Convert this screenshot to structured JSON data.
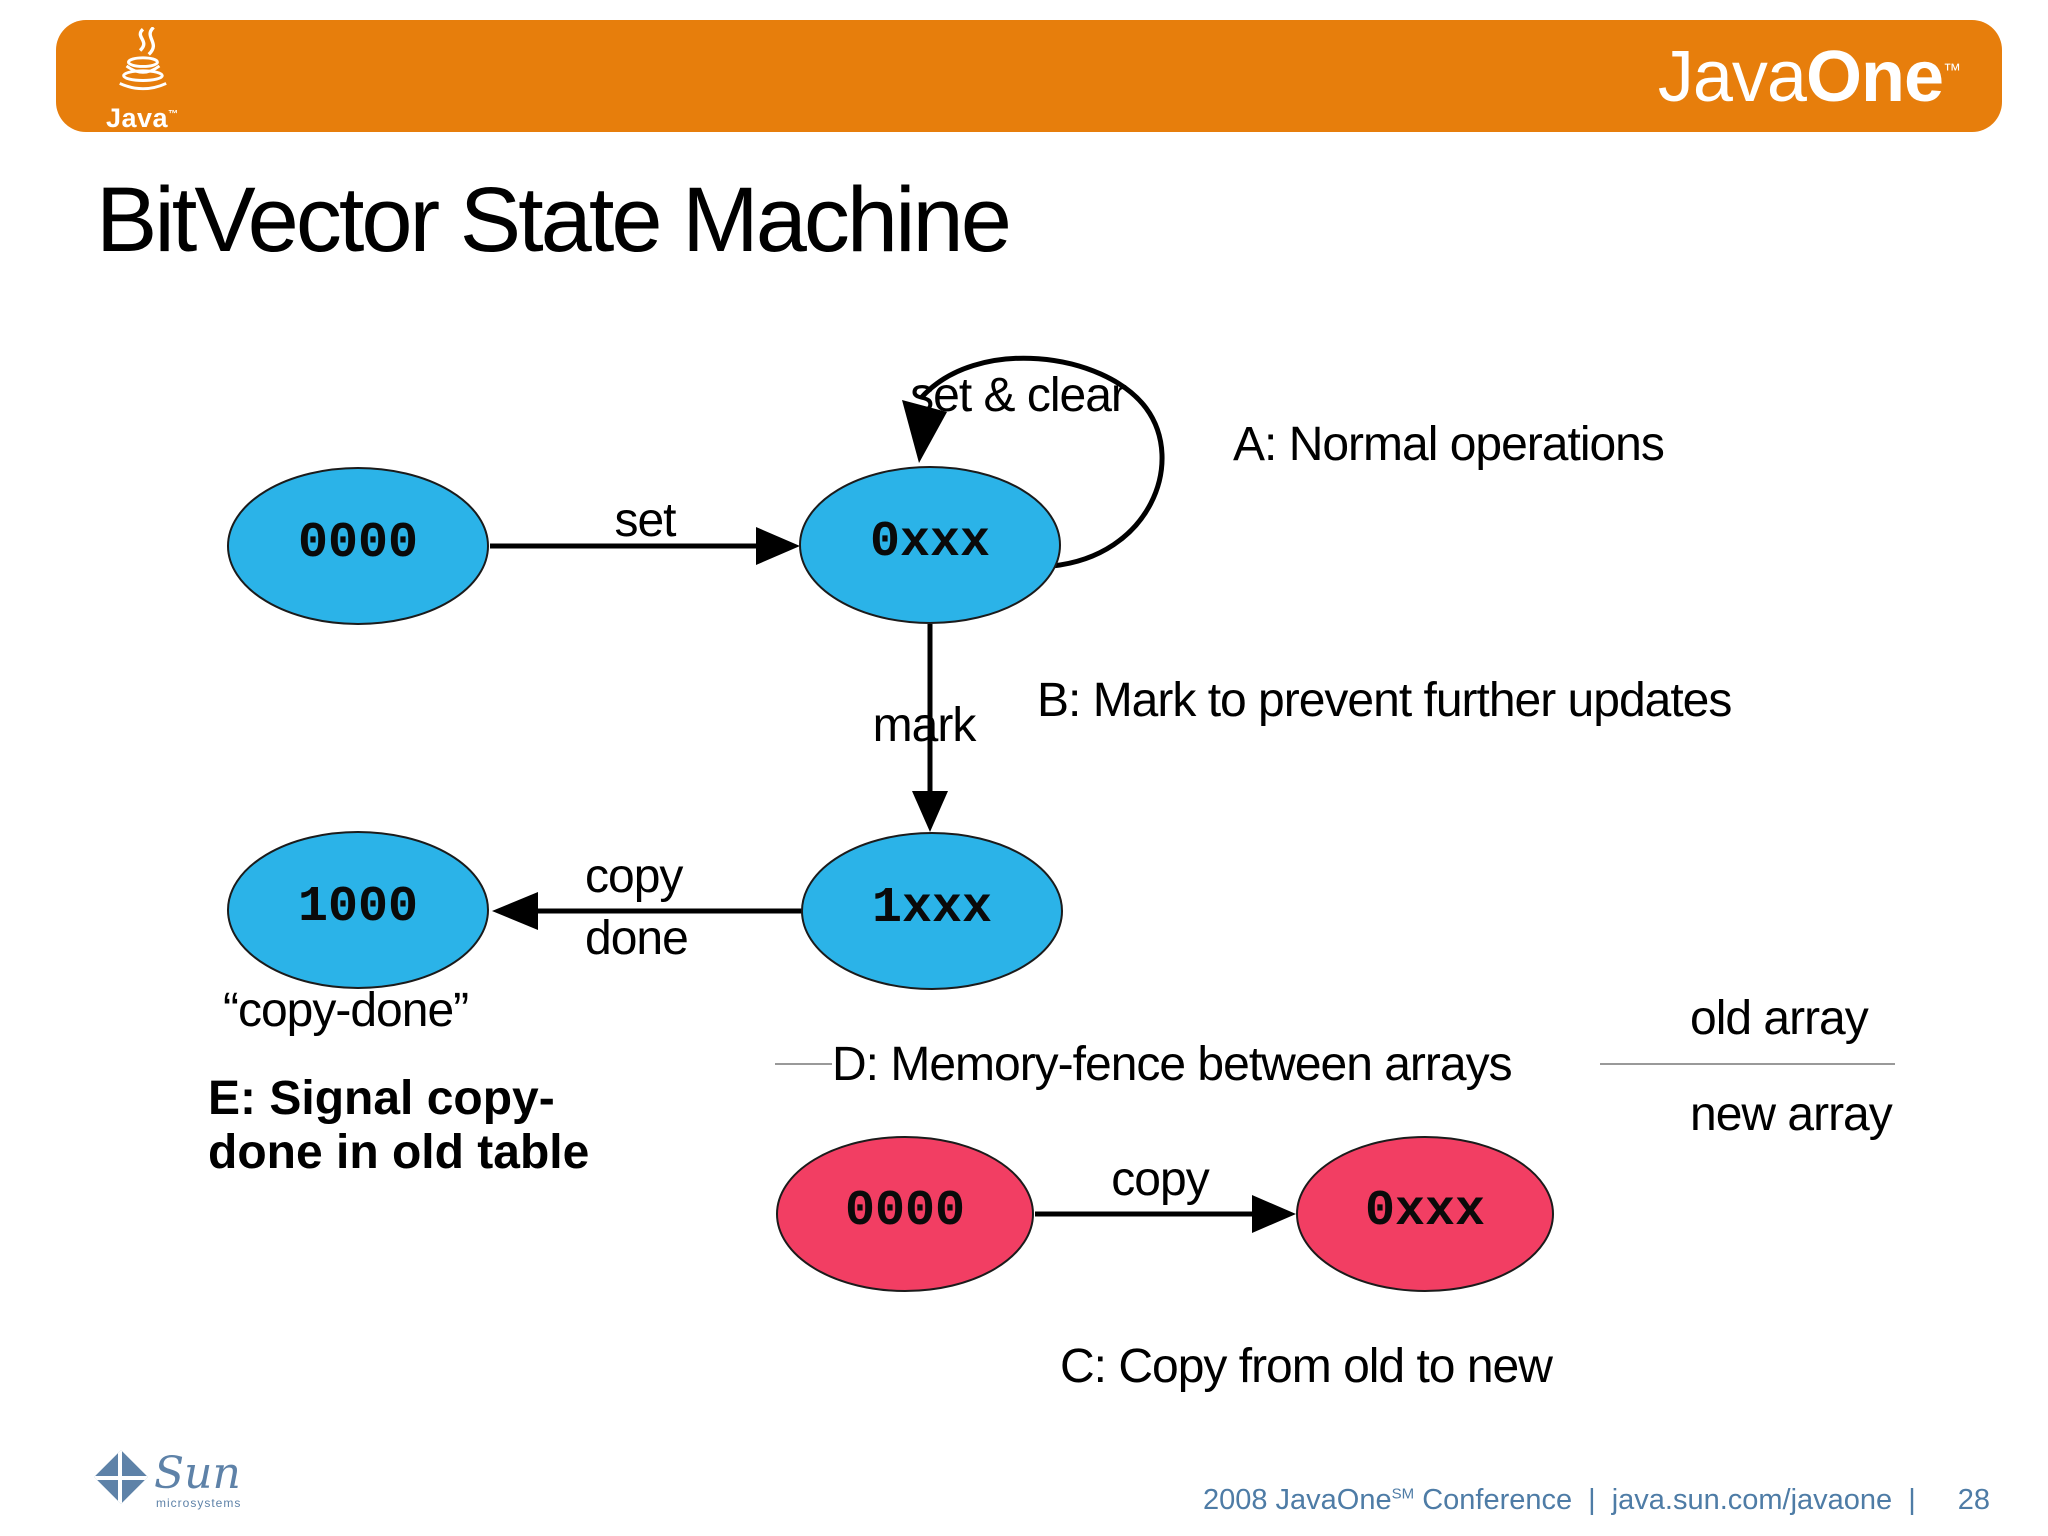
{
  "slide": {
    "title": "BitVector State Machine",
    "page_number": "28"
  },
  "header": {
    "bar_color": "#E77E0C",
    "java_logo": {
      "word": "Java",
      "tm": "™"
    },
    "brand": {
      "java": "Java",
      "one": "One",
      "tm": "™"
    }
  },
  "diagram": {
    "states": [
      {
        "label": "0000",
        "group": "bitvector",
        "color": "#2BB3E8"
      },
      {
        "label": "0xxx",
        "group": "bitvector",
        "color": "#2BB3E8"
      },
      {
        "label": "1000",
        "group": "bitvector",
        "color": "#2BB3E8"
      },
      {
        "label": "1xxx",
        "group": "bitvector",
        "color": "#2BB3E8"
      },
      {
        "label": "0000",
        "group": "array-copy",
        "color": "#F23E63"
      },
      {
        "label": "0xxx",
        "group": "array-copy",
        "color": "#F23E63"
      }
    ],
    "edges": {
      "set": "set",
      "set_clear": "set & clear",
      "mark": "mark",
      "copy_done_line1": "copy",
      "copy_done_line2": "done",
      "copy": "copy"
    },
    "annotations": {
      "a": "A: Normal operations",
      "b": "B: Mark to prevent further updates",
      "c": "C: Copy from old to new",
      "d": "D: Memory-fence between arrays",
      "e_line1": "E: Signal copy-",
      "e_line2": "done in old table",
      "copy_done_quote": "“copy-done”",
      "old_array": "old array",
      "new_array": "new array"
    },
    "colors": {
      "blue_state": "#2BB3E8",
      "pink_state": "#F23E63",
      "arrow": "#000000",
      "divider": "#999999"
    }
  },
  "footer": {
    "sun": {
      "name": "Sun",
      "sub": "microsystems",
      "color": "#5E82A8"
    },
    "left": "2008 JavaOne",
    "sm": "SM",
    "conference": " Conference",
    "sep": "|",
    "url": "java.sun.com/javaone",
    "page": "28",
    "text_color": "#4E7CA6"
  }
}
